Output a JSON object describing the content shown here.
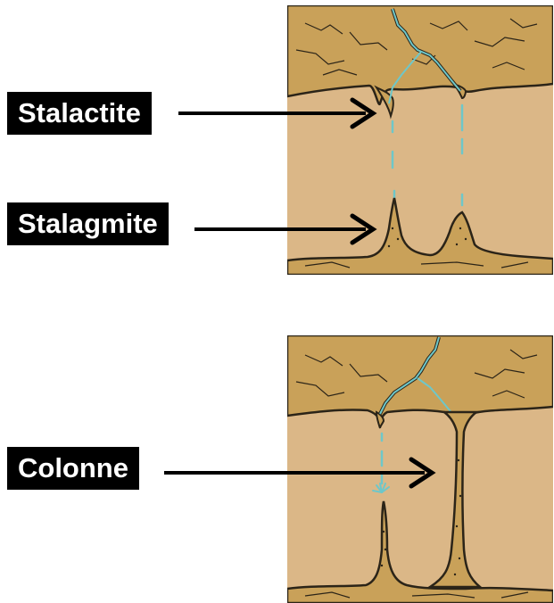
{
  "labels": {
    "stalactite": "Stalactite",
    "stalagmite": "Stalagmite",
    "colonne": "Colonne"
  },
  "colors": {
    "rock": "#c9a159",
    "rock_dark": "#a97f36",
    "cave_air": "#dbb787",
    "outline": "#2b2418",
    "water": "#6ec7c9",
    "label_bg": "#000000",
    "label_text": "#ffffff",
    "arrow": "#000000"
  }
}
